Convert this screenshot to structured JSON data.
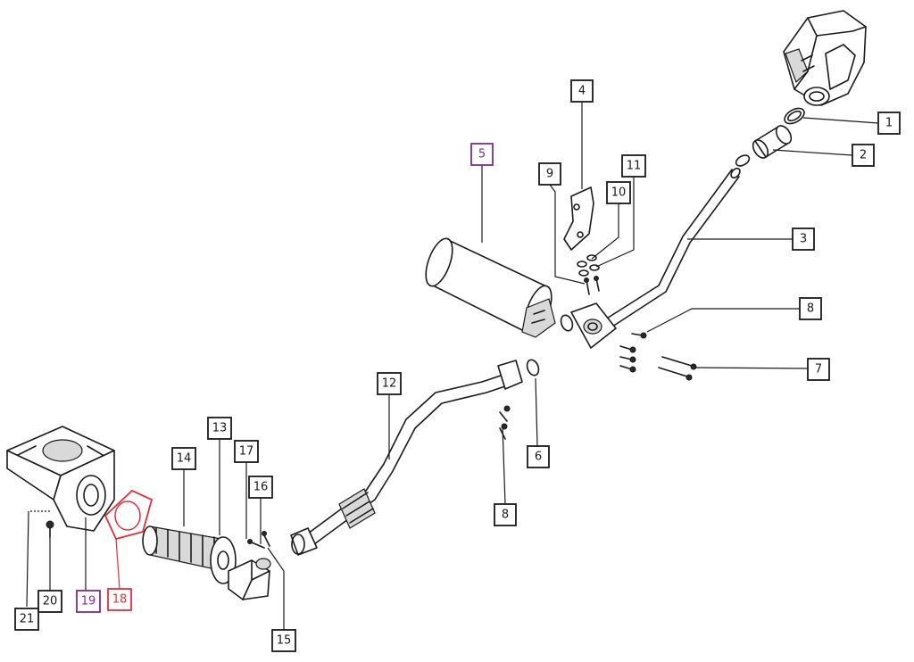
{
  "callouts": {
    "c1": "1",
    "c2": "2",
    "c3": "3",
    "c4": "4",
    "c5": "5",
    "c6": "6",
    "c7": "7",
    "c8a": "8",
    "c8b": "8",
    "c9": "9",
    "c10": "10",
    "c11": "11",
    "c12": "12",
    "c13": "13",
    "c14": "14",
    "c15": "15",
    "c16": "16",
    "c17": "17",
    "c18": "18",
    "c19": "19",
    "c20": "20",
    "c21": "21"
  },
  "colors": {
    "default": "#1a1a1a",
    "highlight_purple": "#7b2d8e",
    "highlight_red": "#e0303a"
  }
}
